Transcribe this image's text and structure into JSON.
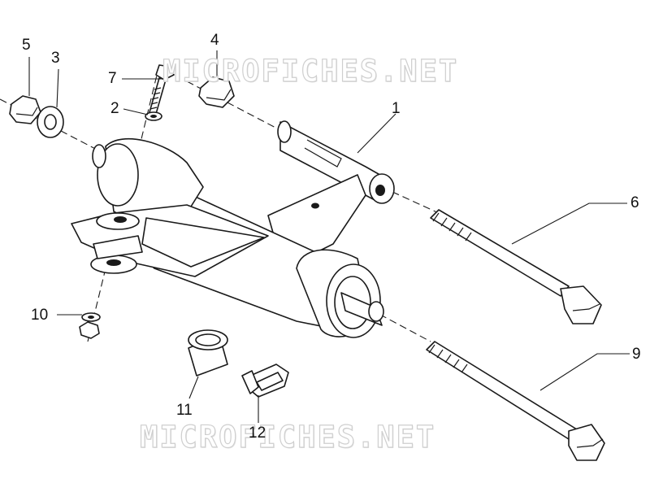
{
  "watermark_text": "MICROFICHES.NET",
  "labels": {
    "p1": "1",
    "p2": "2",
    "p3": "3",
    "p4": "4",
    "p5": "5",
    "p6": "6",
    "p7": "7",
    "p9": "9",
    "p10": "10",
    "p11": "11",
    "p12": "12"
  },
  "colors": {
    "line": "#1a1a1a",
    "watermark_stroke": "#cfcfcf",
    "background": "#ffffff"
  }
}
